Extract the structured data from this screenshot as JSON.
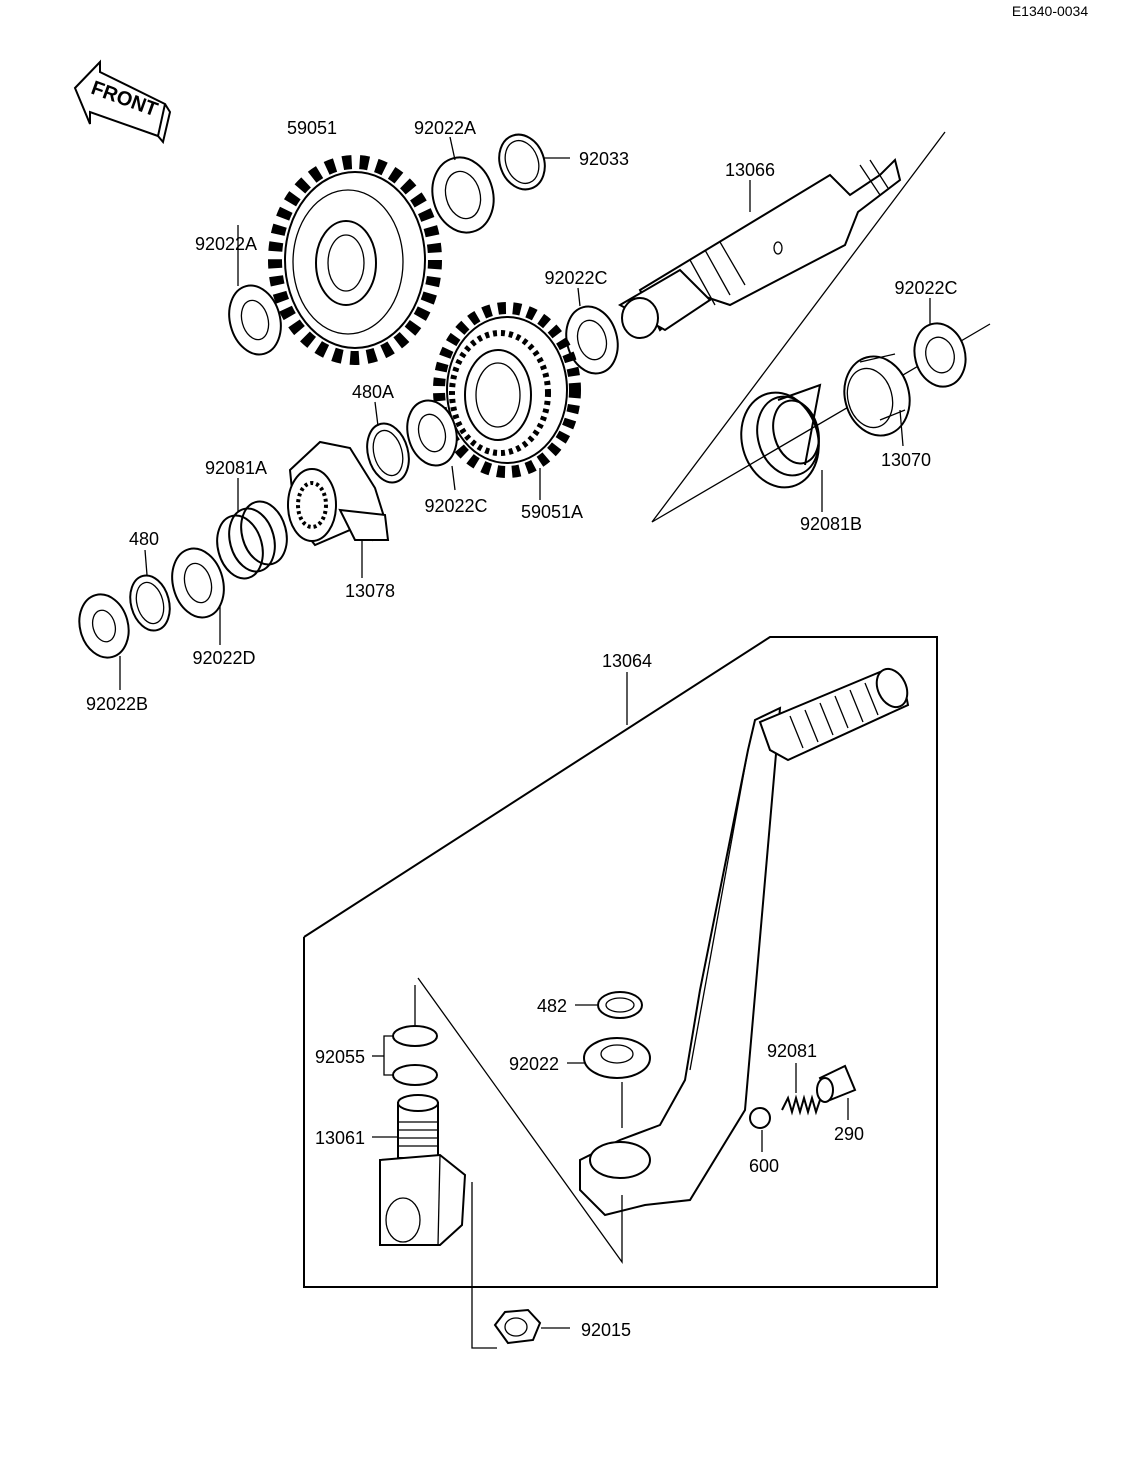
{
  "diagram_code": "E1340-0034",
  "front_label": "FRONT",
  "parts": {
    "p59051": "59051",
    "p92022A_top": "92022A",
    "p92033": "92033",
    "p13066": "13066",
    "p92022A_left": "92022A",
    "p92022C_mid": "92022C",
    "p92022C_right": "92022C",
    "p480A": "480A",
    "p92081A": "92081A",
    "p92022C_low": "92022C",
    "p59051A": "59051A",
    "p13070": "13070",
    "p92081B": "92081B",
    "p480": "480",
    "p13078": "13078",
    "p92022D": "92022D",
    "p92022B": "92022B",
    "p13064": "13064",
    "p482": "482",
    "p92022": "92022",
    "p92055": "92055",
    "p92081": "92081",
    "p13061": "13061",
    "p290": "290",
    "p600": "600",
    "p92015": "92015"
  }
}
